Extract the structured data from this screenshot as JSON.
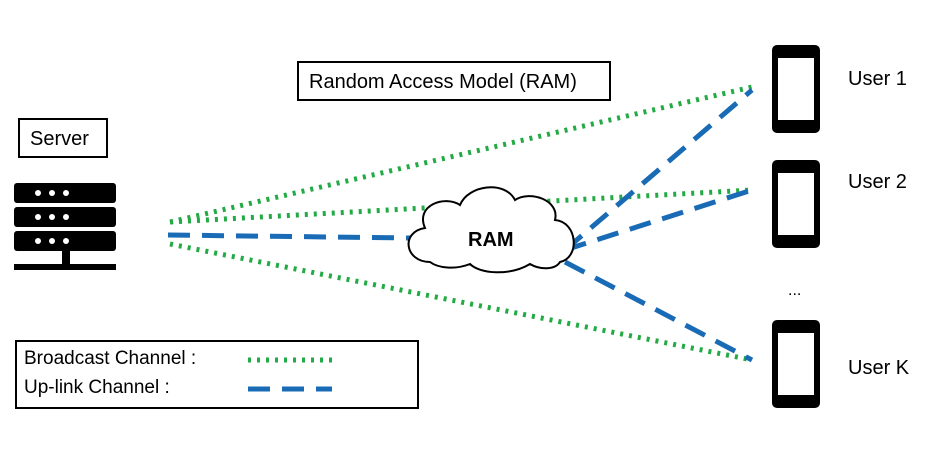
{
  "title": "Random Access Model (RAM)",
  "server_label": "Server",
  "ram_label": "RAM",
  "users": [
    {
      "label": "User 1"
    },
    {
      "label": "User 2"
    },
    {
      "label": "User K"
    }
  ],
  "ellipsis": "...",
  "legend": {
    "broadcast_label": "Broadcast Channel :",
    "uplink_label": "Up-link Channel :"
  },
  "colors": {
    "broadcast": "#22aa44",
    "uplink": "#1a6bb5",
    "stroke": "#000000"
  },
  "icons": {
    "server": "server-rack-icon",
    "phone": "smartphone-icon",
    "cloud": "cloud-icon"
  }
}
